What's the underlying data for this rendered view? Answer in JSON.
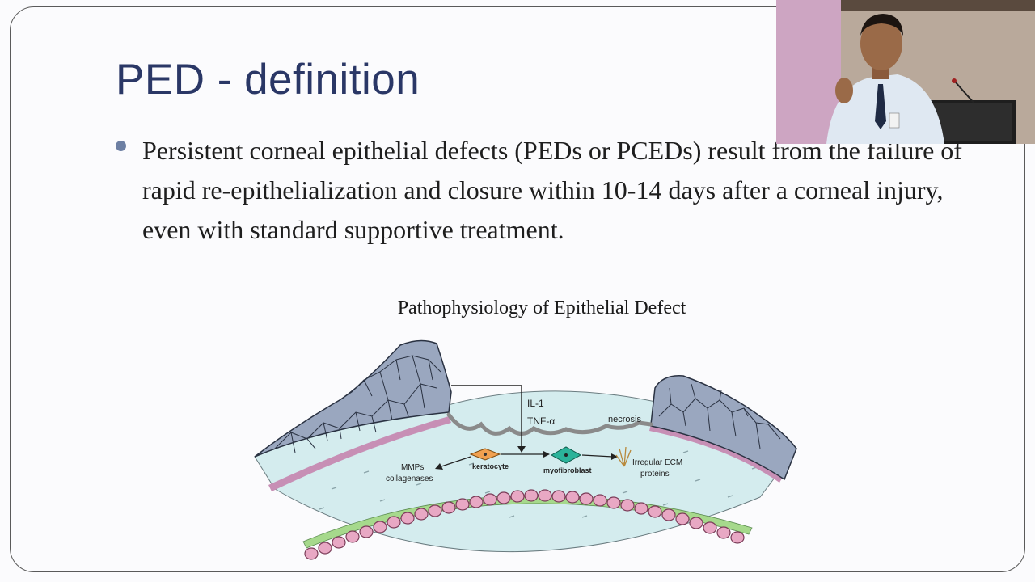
{
  "slide": {
    "title": "PED - definition",
    "bullet": "Persistent corneal epithelial defects (PEDs or PCEDs) result from the failure of rapid re-epithelialization and closure within 10-14 days after a corneal injury, even with standard supportive treatment.",
    "figure_caption": "Pathophysiology of Epithelial Defect"
  },
  "diagram": {
    "cytokine_1": "IL-1",
    "cytokine_2": "TNF-α",
    "necrosis": "necrosis",
    "keratocyte": "keratocyte",
    "myofibroblast": "myofibroblast",
    "mmps_1": "MMPs",
    "mmps_2": "collagenases",
    "ecm_1": "Irregular ECM",
    "ecm_2": "proteins"
  },
  "colors": {
    "title": "#2a3766",
    "bullet_dot": "#6d7fa3",
    "epithelium": "#9aa7bf",
    "stroma": "#d4ecee",
    "basement": "#c78fb5",
    "endothelium": "#e8a8c4",
    "descemet": "#a6d98c",
    "keratocyte": "#f0a050",
    "myofibroblast": "#2bb39a"
  }
}
